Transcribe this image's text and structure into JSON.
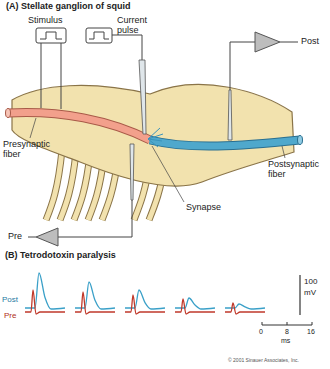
{
  "diagram": {
    "labels": [
      "(A) Stellate ganglion of squid",
      "Stimulus",
      "Current pulse",
      "Post",
      "Presynaptic fiber",
      "Pre",
      "Synapse",
      "Postsynaptic fiber",
      "(B) Tetrodotoxin paralysis",
      "Post",
      "Pre",
      "100",
      "mV",
      "0",
      "8",
      "16",
      "ms",
      "© 2001 Sinauer Associates, Inc."
    ]
  }
}
